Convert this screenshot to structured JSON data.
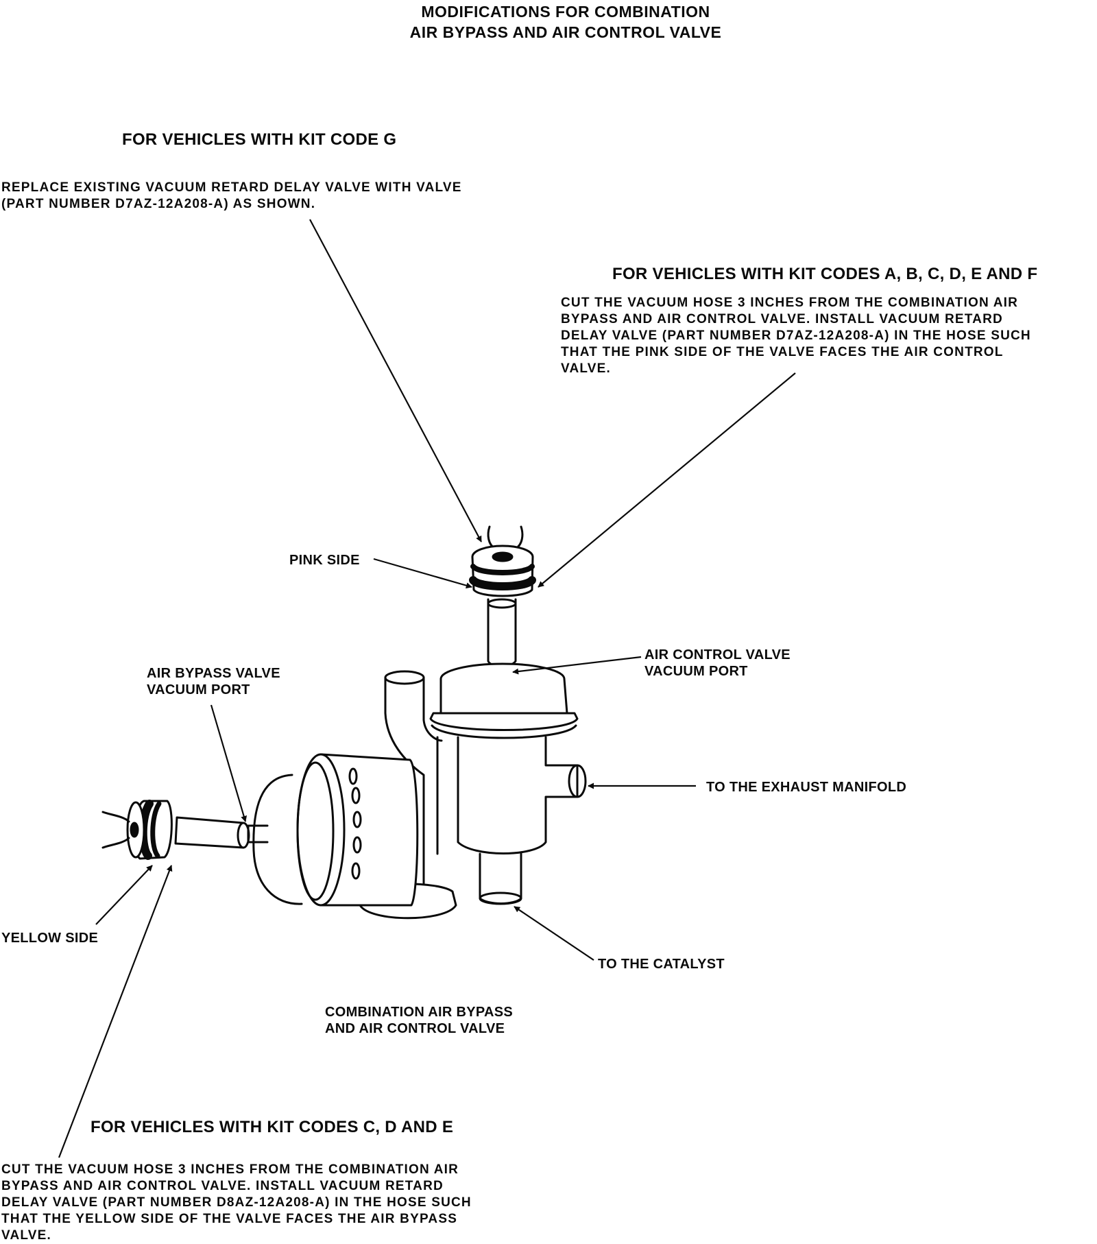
{
  "title": {
    "line1": "MODIFICATIONS FOR COMBINATION",
    "line2": "AIR BYPASS AND AIR CONTROL VALVE"
  },
  "kit_g": {
    "heading": "FOR VEHICLES WITH KIT CODE G",
    "lines": [
      "REPLACE EXISTING VACUUM RETARD DELAY VALVE WITH VALVE",
      "(PART NUMBER D7AZ-12A208-A) AS SHOWN."
    ]
  },
  "kit_abcdef": {
    "heading": "FOR VEHICLES WITH KIT CODES A, B, C, D, E AND F",
    "lines": [
      "CUT THE VACUUM HOSE 3 INCHES FROM THE COMBINATION AIR",
      "BYPASS AND AIR CONTROL VALVE. INSTALL VACUUM RETARD",
      "DELAY VALVE (PART NUMBER D7AZ-12A208-A) IN THE HOSE SUCH",
      "THAT THE PINK SIDE OF THE VALVE FACES THE AIR CONTROL",
      "VALVE."
    ]
  },
  "kit_cde": {
    "heading": "FOR VEHICLES WITH KIT CODES C, D AND E",
    "lines": [
      "CUT THE VACUUM HOSE 3 INCHES FROM THE COMBINATION AIR",
      "BYPASS AND AIR CONTROL VALVE. INSTALL VACUUM RETARD",
      "DELAY VALVE (PART NUMBER D8AZ-12A208-A) IN THE HOSE SUCH",
      "THAT THE YELLOW SIDE OF THE VALVE FACES THE AIR BYPASS",
      "VALVE."
    ]
  },
  "labels": {
    "pink_side": "PINK SIDE",
    "air_control_port": [
      "AIR CONTROL VALVE",
      "VACUUM PORT"
    ],
    "air_bypass_port": [
      "AIR BYPASS VALVE",
      "VACUUM PORT"
    ],
    "exhaust_manifold": "TO THE EXHAUST MANIFOLD",
    "yellow_side": "YELLOW SIDE",
    "catalyst": "TO THE CATALYST",
    "caption": [
      "COMBINATION AIR BYPASS",
      "AND AIR CONTROL VALVE"
    ]
  }
}
